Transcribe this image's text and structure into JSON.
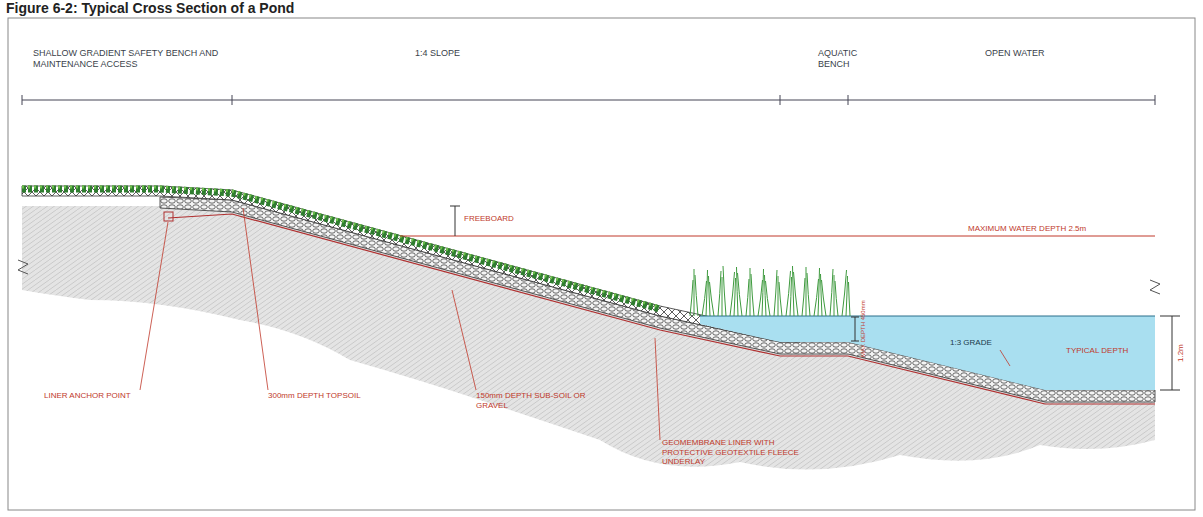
{
  "diagram": {
    "title": "Figure 6-2: Typical Cross Section of a Pond",
    "labels": [
      "SHALLOW GRADIENT SAFETY BENCH AND MAINTENANCE ACCESS",
      "1:4 SLOPE",
      "AQUATIC BENCH",
      "OPEN WATER",
      "FREEBOARD",
      "MAXIMUM WATER DEPTH 2.5m",
      "MAX DEPTH 450mm",
      "1:3 GRADE",
      "TYPICAL DEPTH",
      "1.2m",
      "LINER ANCHOR POINT",
      "300mm DEPTH TOPSOIL",
      "150mm DEPTH SUB-SOIL OR GRAVEL",
      "GEOMEMBRANE LINER WITH PROTECTIVE GEOTEXTILE FLEECE UNDERLAY"
    ]
  }
}
